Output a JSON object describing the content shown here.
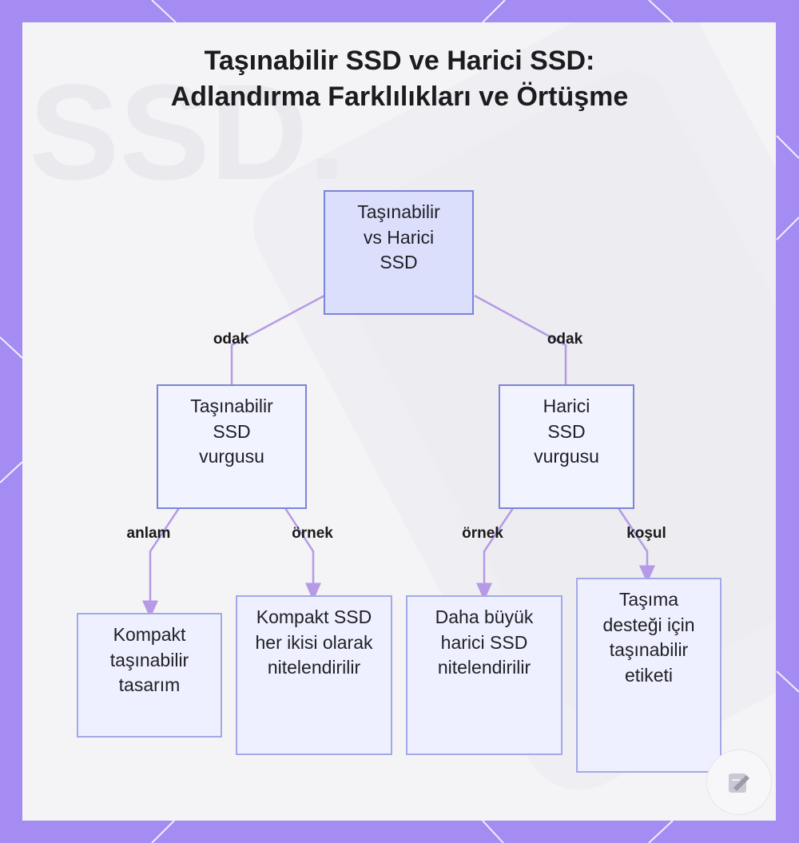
{
  "title": {
    "line1": "Taşınabilir SSD ve Harici SSD:",
    "line2": "Adlandırma Farklılıkları ve Örtüşme"
  },
  "nodes": {
    "root": "Taşınabilir vs Harici SSD",
    "portable_focus": "Taşınabilir SSD vurgusu",
    "external_focus": "Harici SSD vurgusu",
    "compact_design": "Kompakt taşınabilir tasarım",
    "compact_both": "Kompakt SSD her ikisi olarak nitelendirilir",
    "larger_external": "Daha büyük harici SSD nitelendirilir",
    "carry_label": "Taşıma desteği için taşınabilir etiketi"
  },
  "edges": {
    "root_left": "odak",
    "root_right": "odak",
    "meaning": "anlam",
    "example_left": "örnek",
    "example_right": "örnek",
    "condition": "koşul"
  },
  "colors": {
    "frame": "#a48cf2",
    "card": "#f4f4f7",
    "root_fill": "#dcdffc",
    "node_fill": "#f1f3ff",
    "leaf_fill": "#eef0ff",
    "node_border": "#7b85d8",
    "edge": "#b69ae6"
  },
  "icons": {
    "corner_logo": "document-edit-icon"
  }
}
